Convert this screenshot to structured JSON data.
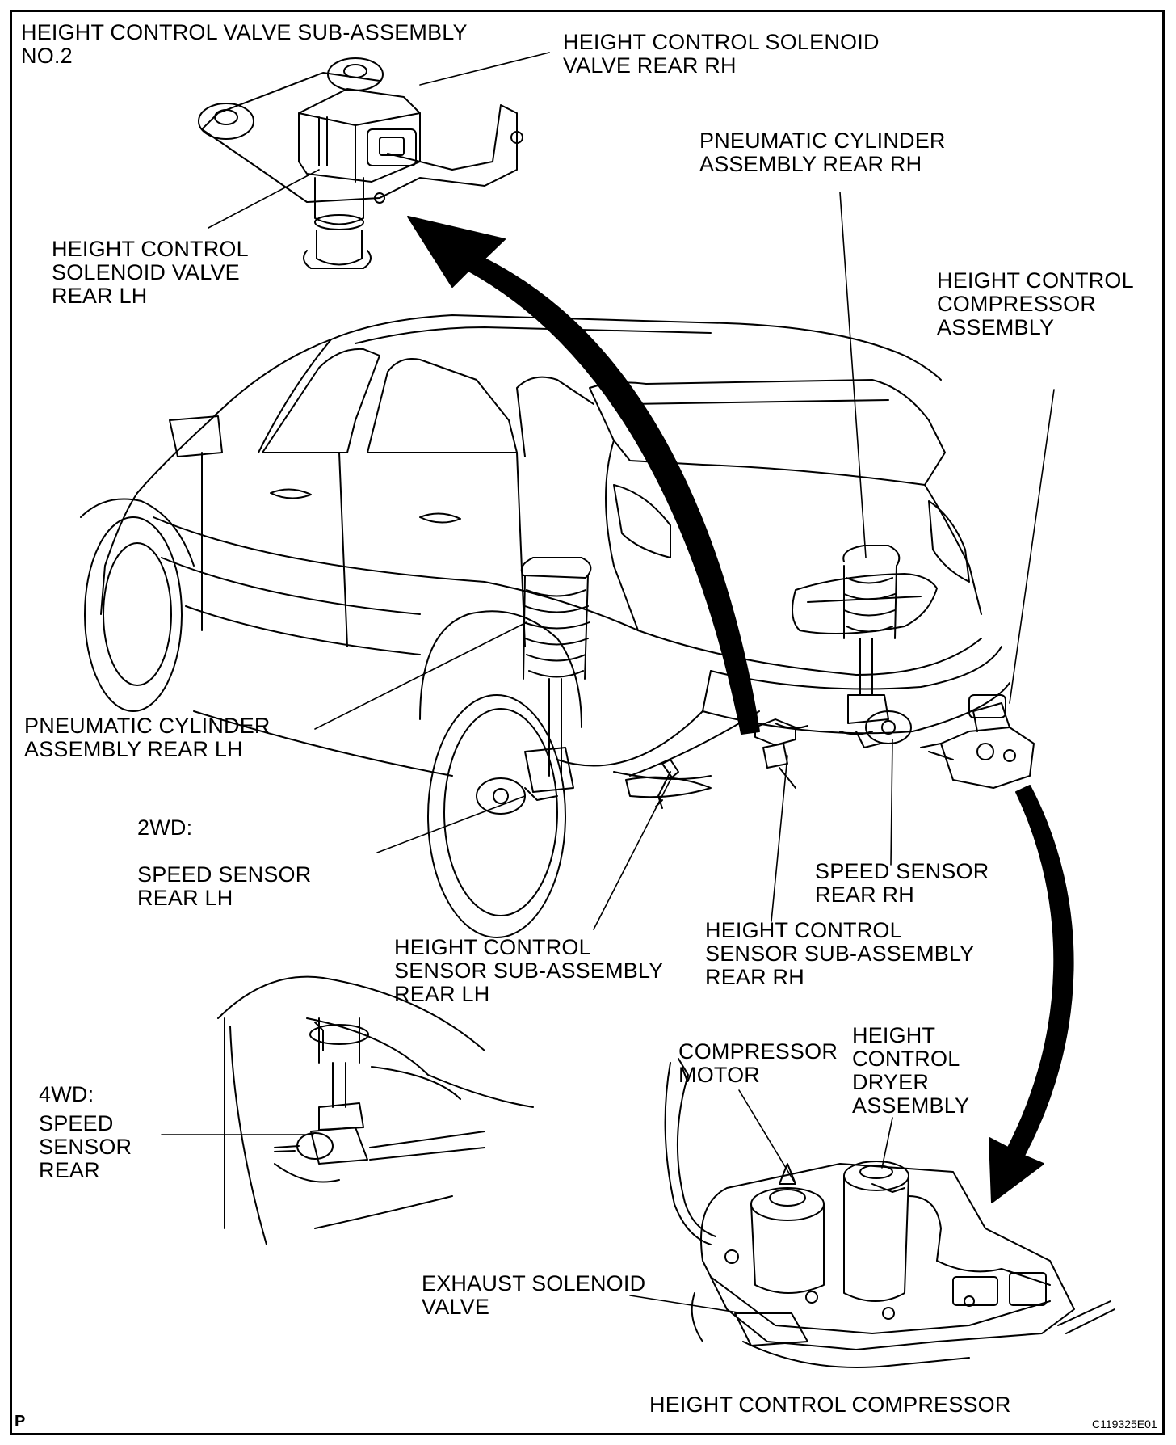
{
  "labels": {
    "hcv_no2": "HEIGHT CONTROL VALVE SUB-ASSEMBLY\nNO.2",
    "solenoid_rear_rh": "HEIGHT CONTROL SOLENOID\nVALVE REAR RH",
    "solenoid_rear_lh": "HEIGHT CONTROL\nSOLENOID VALVE\nREAR LH",
    "pneumatic_rear_rh": "PNEUMATIC CYLINDER\nASSEMBLY REAR RH",
    "compressor_assembly": "HEIGHT CONTROL\nCOMPRESSOR\nASSEMBLY",
    "pneumatic_rear_lh": "PNEUMATIC CYLINDER\nASSEMBLY REAR LH",
    "twowd": "2WD:",
    "speed_sensor_rear_lh": "SPEED SENSOR\nREAR LH",
    "speed_sensor_rear_rh": "SPEED SENSOR\nREAR RH",
    "hcs_rear_rh": "HEIGHT CONTROL\nSENSOR SUB-ASSEMBLY\nREAR RH",
    "hcs_rear_lh": "HEIGHT CONTROL\nSENSOR SUB-ASSEMBLY\nREAR LH",
    "fourwd": "4WD:",
    "speed_sensor_rear": "SPEED\nSENSOR\nREAR",
    "compressor_motor": "COMPRESSOR\nMOTOR",
    "dryer_assembly": "HEIGHT\nCONTROL\nDRYER\nASSEMBLY",
    "exhaust_solenoid": "EXHAUST SOLENOID\nVALVE",
    "height_control_compressor": "HEIGHT CONTROL COMPRESSOR"
  },
  "corner": {
    "page_mark": "P",
    "figure_code": "C119325E01"
  }
}
